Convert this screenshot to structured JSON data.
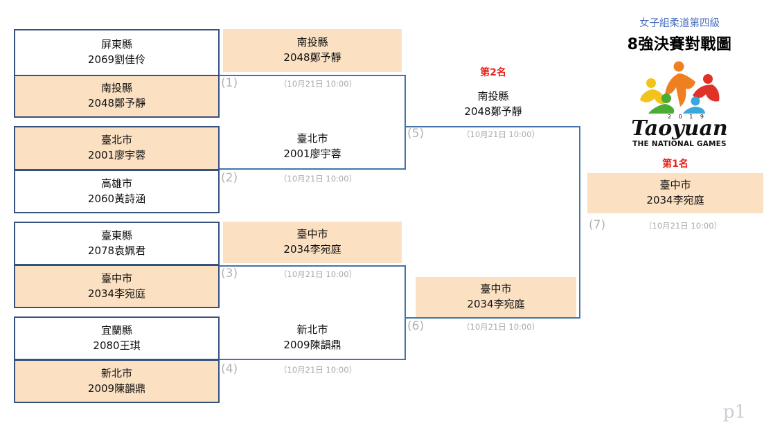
{
  "header": {
    "subtitle": "女子組柔道第四級",
    "title": "8強決賽對戰圖"
  },
  "logo": {
    "year": "2 0 1 9",
    "name": "Taoyuan",
    "tagline": "THE NATIONAL GAMES"
  },
  "footer": {
    "page": "p1"
  },
  "labels": {
    "rank1": "第1名",
    "rank2": "第2名",
    "datetime": "（10月21日 10:00）"
  },
  "round1": [
    {
      "no": "1",
      "org": "屏東縣",
      "athlete": "2069劉佳伶",
      "result": "lose"
    },
    {
      "no": "1",
      "org": "南投縣",
      "athlete": "2048鄭予靜",
      "result": "win"
    },
    {
      "no": "2",
      "org": "臺北市",
      "athlete": "2001廖宇蓉",
      "result": "win"
    },
    {
      "no": "2",
      "org": "高雄市",
      "athlete": "2060黃詩涵",
      "result": "lose"
    },
    {
      "no": "3",
      "org": "臺東縣",
      "athlete": "2078袁姵君",
      "result": "lose"
    },
    {
      "no": "3",
      "org": "臺中市",
      "athlete": "2034李宛庭",
      "result": "win"
    },
    {
      "no": "4",
      "org": "宜蘭縣",
      "athlete": "2080王琪",
      "result": "lose"
    },
    {
      "no": "4",
      "org": "新北市",
      "athlete": "2009陳韻鼎",
      "result": "win"
    }
  ],
  "round2": [
    {
      "org": "南投縣",
      "athlete": "2048鄭予靜",
      "result": "win"
    },
    {
      "org": "臺北市",
      "athlete": "2001廖宇蓉",
      "result": "lose"
    },
    {
      "org": "臺中市",
      "athlete": "2034李宛庭",
      "result": "win"
    },
    {
      "org": "新北市",
      "athlete": "2009陳韻鼎",
      "result": "lose"
    }
  ],
  "round3": [
    {
      "org": "南投縣",
      "athlete": "2048鄭予靜",
      "result": "lose"
    },
    {
      "org": "臺中市",
      "athlete": "2034李宛庭",
      "result": "win"
    }
  ],
  "final": {
    "org": "臺中市",
    "athlete": "2034李宛庭",
    "result": "win"
  },
  "matches": {
    "m1": "(1)",
    "m2": "(2)",
    "m3": "(3)",
    "m4": "(4)",
    "m5": "(5)",
    "m6": "(6)",
    "m7": "(7)"
  },
  "colors": {
    "winner_fill": "#fbe0c2",
    "box_border": "#35527f",
    "bracket_line": "#4373a8",
    "rank_text": "#e8231b",
    "subtitle_text": "#4a6fbe",
    "muted_text": "#a9a9a9"
  }
}
